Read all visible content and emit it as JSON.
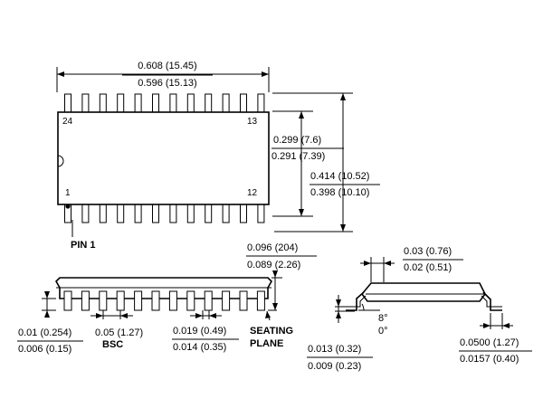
{
  "top_view": {
    "pin_count_per_side": 12,
    "pin_labels": {
      "top_left": "24",
      "top_right": "13",
      "bottom_left": "1",
      "bottom_right": "12"
    },
    "pin1_caption": "PIN 1",
    "width_max": "0.608 (15.45)",
    "width_min": "0.596 (15.13)",
    "body_h_max": "0.299 (7.6)",
    "body_h_min": "0.291 (7.39)",
    "total_h_max": "0.414 (10.52)",
    "total_h_min": "0.398 (10.10)"
  },
  "side_view": {
    "height_max": "0.096 (204)",
    "height_min": "0.089 (2.26)",
    "standoff_max": "0.01 (0.254)",
    "standoff_min": "0.006 (0.15)",
    "pitch": "0.05 (1.27)",
    "pitch_note": "BSC",
    "lead_w_max": "0.019 (0.49)",
    "lead_w_min": "0.014 (0.35)",
    "seating_1": "SEATING",
    "seating_2": "PLANE"
  },
  "end_view": {
    "chamfer_max": "0.03 (0.76)",
    "chamfer_min": "0.02 (0.51)",
    "angle_max": "8°",
    "angle_min": "0°",
    "lead_t_max": "0.013 (0.32)",
    "lead_t_min": "0.009 (0.23)",
    "foot_max": "0.0500 (1.27)",
    "foot_min": "0.0157 (0.40)"
  }
}
